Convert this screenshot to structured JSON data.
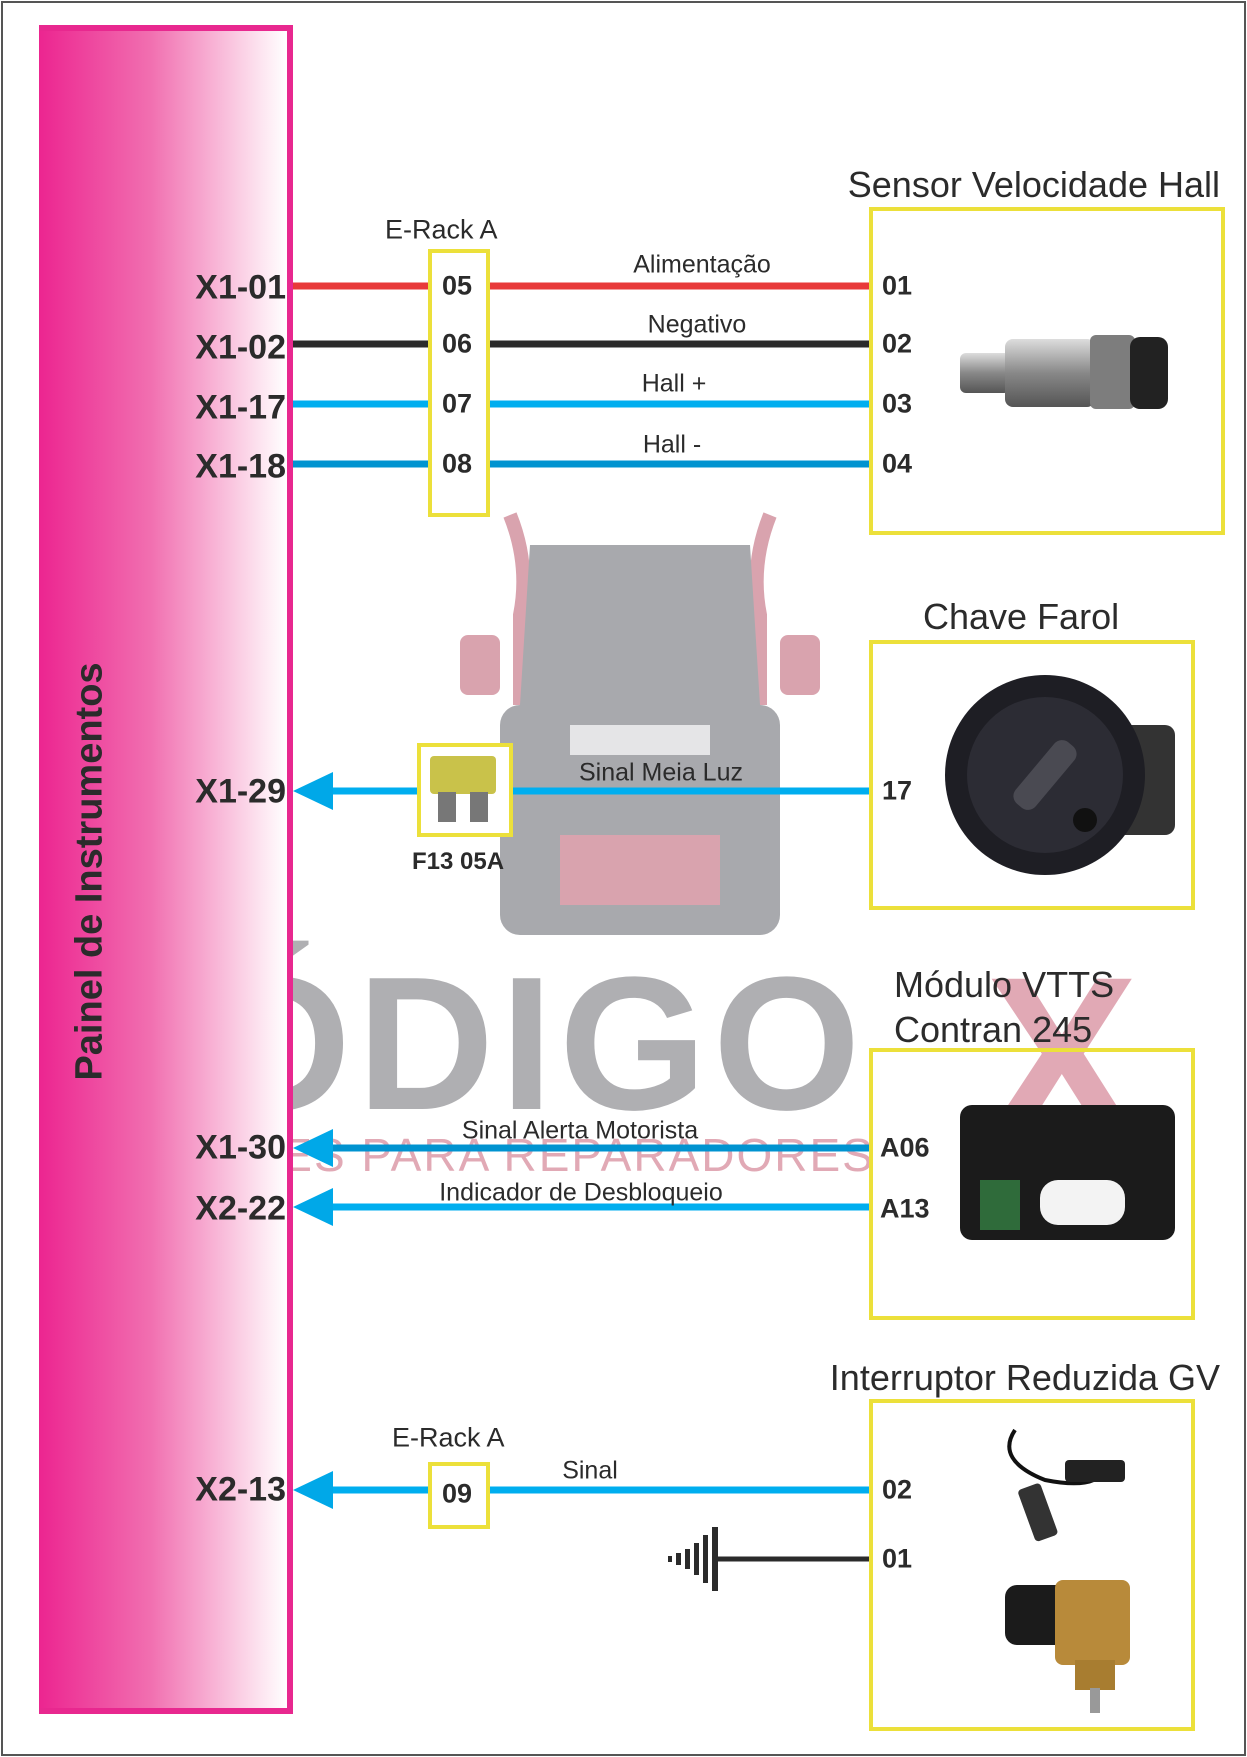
{
  "panel": {
    "title": "Painel de Instrumentos"
  },
  "connectors": [
    "X1-01",
    "X1-02",
    "X1-17",
    "X1-18",
    "X1-29",
    "X1-30",
    "X2-22",
    "X2-13"
  ],
  "erack": {
    "label": "E-Rack A",
    "pins": [
      "05",
      "06",
      "07",
      "08"
    ],
    "pin_lower": "09",
    "label_lower": "E-Rack A"
  },
  "wires": {
    "alimentacao": "Alimentação",
    "negativo": "Negativo",
    "hall_plus": "Hall +",
    "hall_minus": "Hall -",
    "sinal_meia_luz": "Sinal Meia Luz",
    "sinal_alerta": "Sinal Alerta Motorista",
    "indicador": "Indicador de Desbloqueio",
    "sinal": "Sinal"
  },
  "fuse": {
    "label": "F13 05A"
  },
  "components": {
    "sensor": {
      "title": "Sensor Velocidade Hall",
      "pins": [
        "01",
        "02",
        "03",
        "04"
      ]
    },
    "chave": {
      "title": "Chave Farol",
      "pins": [
        "17"
      ]
    },
    "vtts": {
      "title_1": "Módulo VTTS",
      "title_2": "Contran 245",
      "pins": [
        "A06",
        "A13"
      ]
    },
    "interruptor": {
      "title": "Interruptor Reduzida GV",
      "pins": [
        "02",
        "01"
      ]
    }
  },
  "watermark": {
    "brand": "CÓDIGO",
    "brand_x": "X",
    "tagline": "SOLUÇÕES PARA REPARADORES"
  },
  "colors": {
    "red": "#e83a3a",
    "black": "#2b2b2b",
    "light_blue": "#00aeef",
    "blue": "#0093d0",
    "magenta": "#e8288f",
    "yellow": "#ece03a"
  }
}
